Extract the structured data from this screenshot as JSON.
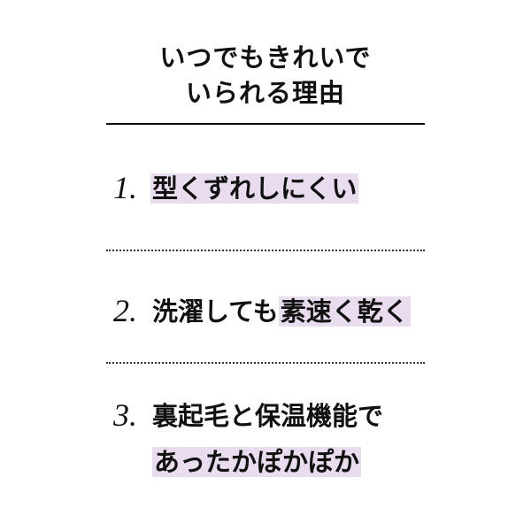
{
  "title": {
    "line1": "いつでもきれいで",
    "line2": "いられる理由"
  },
  "colors": {
    "highlight": "#e9dcee"
  },
  "items": [
    {
      "number": "1.",
      "plain": "",
      "highlight": "型くずれしにくい"
    },
    {
      "number": "2.",
      "plain": "洗濯しても",
      "highlight": "素速く乾く"
    },
    {
      "number": "3.",
      "plain": "裏起毛と保温機能で",
      "highlight": "あったかぽかぽか"
    }
  ]
}
